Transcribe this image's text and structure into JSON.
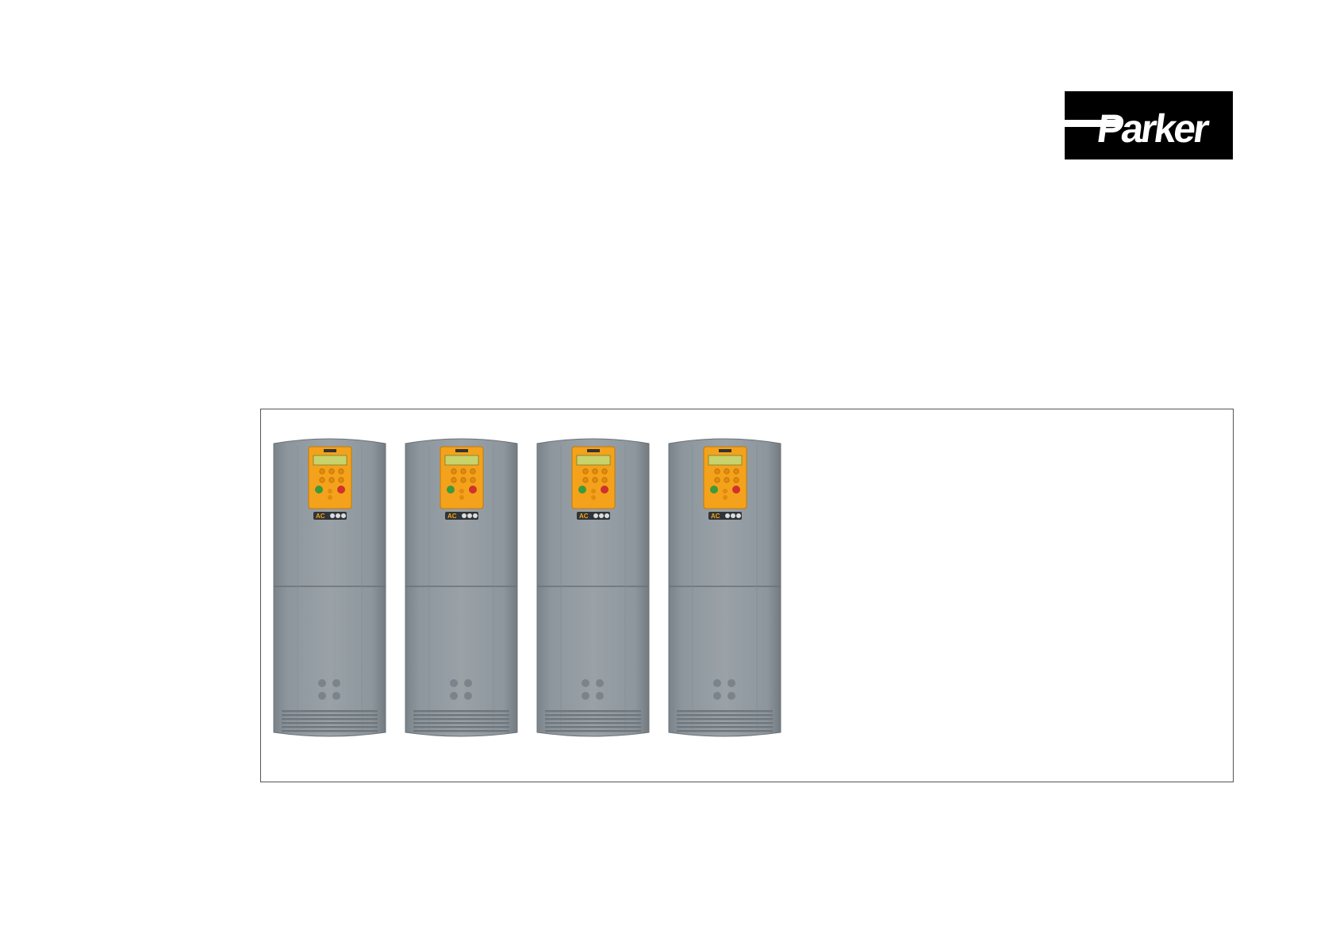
{
  "brand": {
    "logo_text": "Parker",
    "logo_icon": "parker-logo-icon",
    "logo_bg": "#000000",
    "logo_fg": "#ffffff"
  },
  "product_image": {
    "icon": "ac-drive-unit-icon",
    "units": [
      {
        "panel_badge": "AC"
      },
      {
        "panel_badge": "AC"
      },
      {
        "panel_badge": "AC"
      },
      {
        "panel_badge": "AC"
      }
    ],
    "colors": {
      "body": "#8d969d",
      "body_dark": "#6f777d",
      "keypad": "#f4a21b",
      "screen": "#c9d36b",
      "start_key": "#3c9a3c",
      "stop_key": "#d0312d"
    }
  }
}
